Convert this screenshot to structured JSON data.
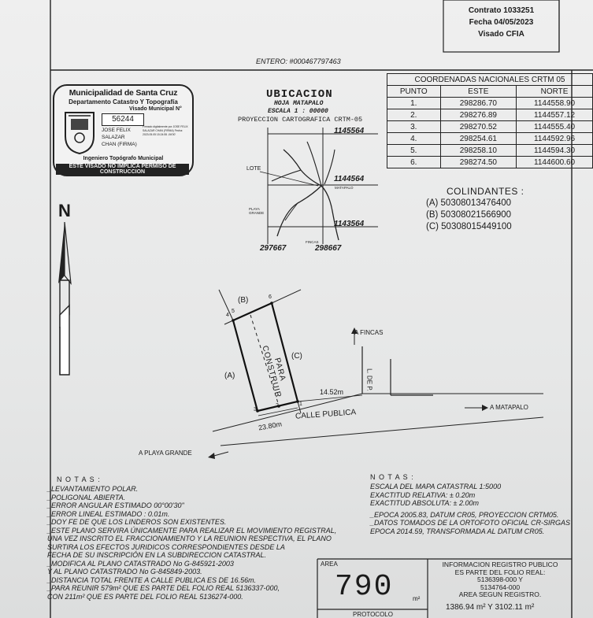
{
  "contract": {
    "number": "Contrato 1033251",
    "date": "Fecha 04/05/2023",
    "stamp": "Visado CFIA"
  },
  "entero": {
    "label": "ENTERO:",
    "value": "#000467797463"
  },
  "municipal_seal": {
    "title": "Municipalidad de Santa Cruz",
    "dept": "Departamento Catastro Y Topografía",
    "visado": "Visado Municipal N°",
    "number": "56244",
    "signer": [
      "JOSE FELIX",
      "SALAZAR",
      "CHAN (FIRMA)"
    ],
    "signer_small": "Firmado digitalmente por JOSE FELIX SALAZAR CHAN (FIRMA) Fecha: 2023.05.05 15:24:55 -06'00'",
    "role": "Ingeniero Topógrafo Municipal",
    "disclaimer": "ESTE VISADO NO IMPLICA PERMISO DE CONSTRUCCION"
  },
  "location": {
    "title": "UBICACION",
    "sheet": "HOJA MATAPALO",
    "scale": "ESCALA 1 : 00000",
    "projection": "PROYECCION CARTOGRAFICA CRTM-05",
    "y_top": "1145564",
    "y_mid": "1144564",
    "y_bot": "1143564",
    "x_left": "297667",
    "x_right": "298667",
    "lote": "LOTE",
    "matapalo": "MATAPALO",
    "playa": "PLAYA GRANDE",
    "fincas": "FINCAS"
  },
  "coordinates": {
    "title": "COORDENADAS NACIONALES CRTM 05",
    "headers": [
      "PUNTO",
      "ESTE",
      "NORTE"
    ],
    "rows": [
      [
        "1.",
        "298286.70",
        "1144558.90"
      ],
      [
        "2.",
        "298276.89",
        "1144557.12"
      ],
      [
        "3.",
        "298270.52",
        "1144555.40"
      ],
      [
        "4.",
        "298254.61",
        "1144592.96"
      ],
      [
        "5.",
        "298258.10",
        "1144594.30"
      ],
      [
        "6.",
        "298274.50",
        "1144600.60"
      ]
    ]
  },
  "colindantes": {
    "title": "COLINDANTES :",
    "items": [
      "(A) 50308013476400",
      "(B) 50308021566900",
      "(C) 50308015449100"
    ]
  },
  "north": "N",
  "plan": {
    "label_b": "(B)",
    "label_a": "(A)",
    "label_c": "(C)",
    "p1": "1",
    "p2": "2",
    "p3": "3",
    "p4": "4",
    "p5": "5",
    "p6": "6",
    "inside": "PARA CONSTRUIR",
    "a_fincas": "A FINCAS",
    "ldp": "L. DE P.",
    "dist1": "14.52m",
    "calle": "CALLE PUBLICA",
    "dist2": "23.80m",
    "a_matapalo": "A MATAPALO",
    "a_playa": "A PLAYA GRANDE"
  },
  "notes_left": {
    "title": "N O T A S :",
    "lines": [
      "_LEVANTAMIENTO POLAR.",
      "_POLIGONAL ABIERTA.",
      "_ERROR ANGULAR ESTIMADO 00°00'30\"",
      "_ERROR LINEAL ESTIMADO : 0.01m.",
      "_DOY FE DE QUE LOS LINDEROS SON EXISTENTES.",
      "_ESTE PLANO SERVIRA ÚNICAMENTE PARA REALIZAR EL MOVIMIENTO REGISTRAL,",
      " UNA VEZ INSCRITO EL FRACCIONAMIENTO Y LA REUNION RESPECTIVA, EL PLANO",
      " SURTIRA LOS EFECTOS JURIDICOS CORRESPONDIENTES DESDE LA",
      " FECHA DE SU INSCRIPCIÓN EN LA SUBDIRECCION CATASTRAL.",
      "_MODIFICA AL PLANO CATASTRADO No G-845921-2003",
      " Y AL PLANO CATASTRADO No G-845849-2003.",
      "_DISTANCIA TOTAL FRENTE A CALLE PUBLICA ES DE 16.56m.",
      "_PARA REUNIR 579m² QUE ES PARTE DEL FOLIO REAL 5136337-000,",
      " CON 211m² QUE ES PARTE DEL FOLIO REAL 5136274-000."
    ]
  },
  "notes_right": {
    "title": "N O T A S :",
    "lines": [
      "ESCALA DEL MAPA CATASTRAL 1:5000",
      "EXACTITUD RELATIVA: ± 0.20m",
      "EXACTITUD ABSOLUTA: ± 2.00m",
      "_EPOCA 2005.83, DATUM CR05, PROYECCION CRTM05.",
      "_DATOS TOMADOS DE LA ORTOFOTO OFICIAL CR-SIRGAS",
      " EPOCA 2014.59, TRANSFORMADA AL DATUM CR05."
    ]
  },
  "area": {
    "label": "AREA",
    "value": "790",
    "unit": "m²",
    "protocolo": "PROTOCOLO"
  },
  "registry": {
    "lines": [
      "INFORMACION REGISTRO PUBLICO",
      "ES PARTE DEL FOLIO REAL:",
      "5136398-000 Y",
      "5134764-000",
      "AREA SEGUN REGISTRO."
    ],
    "areas": "1386.94 m² Y 3102.11 m²"
  }
}
